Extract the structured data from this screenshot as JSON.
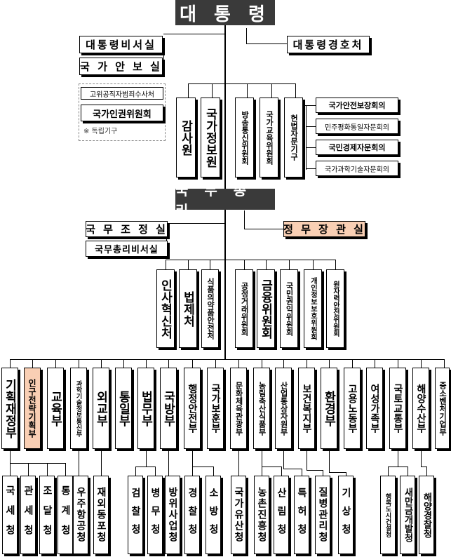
{
  "top": {
    "president": "대 통 령",
    "secretary": "대통령비서실",
    "security_office": "국 가 안 보 실",
    "guard": "대통령경호처"
  },
  "independent": {
    "cio": "고위공직자범죄수사처",
    "hr_commission": "국가인권위원회",
    "note": "※ 독립기구"
  },
  "president_agencies": [
    "감사원",
    "국가정보원",
    "방송통신위원회",
    "국가교육위원회",
    "헌법자문기구"
  ],
  "councils": [
    "국가안전보장회의",
    "민주평화통일자문회의",
    "국민경제자문회의",
    "국가과학기술자문회의"
  ],
  "pm": {
    "title": "국 무 총 리",
    "coordination": "국 무 조 정 실",
    "secretary": "국무총리비서실",
    "affairs": "정 무 장 관 실"
  },
  "pm_agencies": [
    "인사혁신처",
    "법제처",
    "식품의약품안전처",
    "공정거래위원회",
    "금융위원회",
    "국민권익위원회",
    "개인정보보호위원회",
    "원자력안전위원회"
  ],
  "ministries": [
    "기획재정부",
    "인구전략기획부",
    "교육부",
    "과학기술정보통신부",
    "외교부",
    "통일부",
    "법무부",
    "국방부",
    "행정안전부",
    "국가보훈부",
    "문화체육관광부",
    "농림축산식품부",
    "산업통상자원부",
    "보건복지부",
    "환경부",
    "고용노동부",
    "여성가족부",
    "국토교통부",
    "해양수산부",
    "중소벤처기업부"
  ],
  "agencies": [
    "국세청",
    "관세청",
    "조달청",
    "통계청",
    "우주항공청",
    "재외동포청",
    "검찰청",
    "병무청",
    "방위사업청",
    "경찰청",
    "소방청",
    "국가유산청",
    "농촌진흥청",
    "산림청",
    "특허청",
    "질병관리청",
    "기상청",
    "행복도시건설청",
    "새만금개발청",
    "해양경찰청"
  ],
  "agency_small": [
    "행복",
    "중심",
    "합도",
    "시건",
    "정설",
    "청"
  ]
}
